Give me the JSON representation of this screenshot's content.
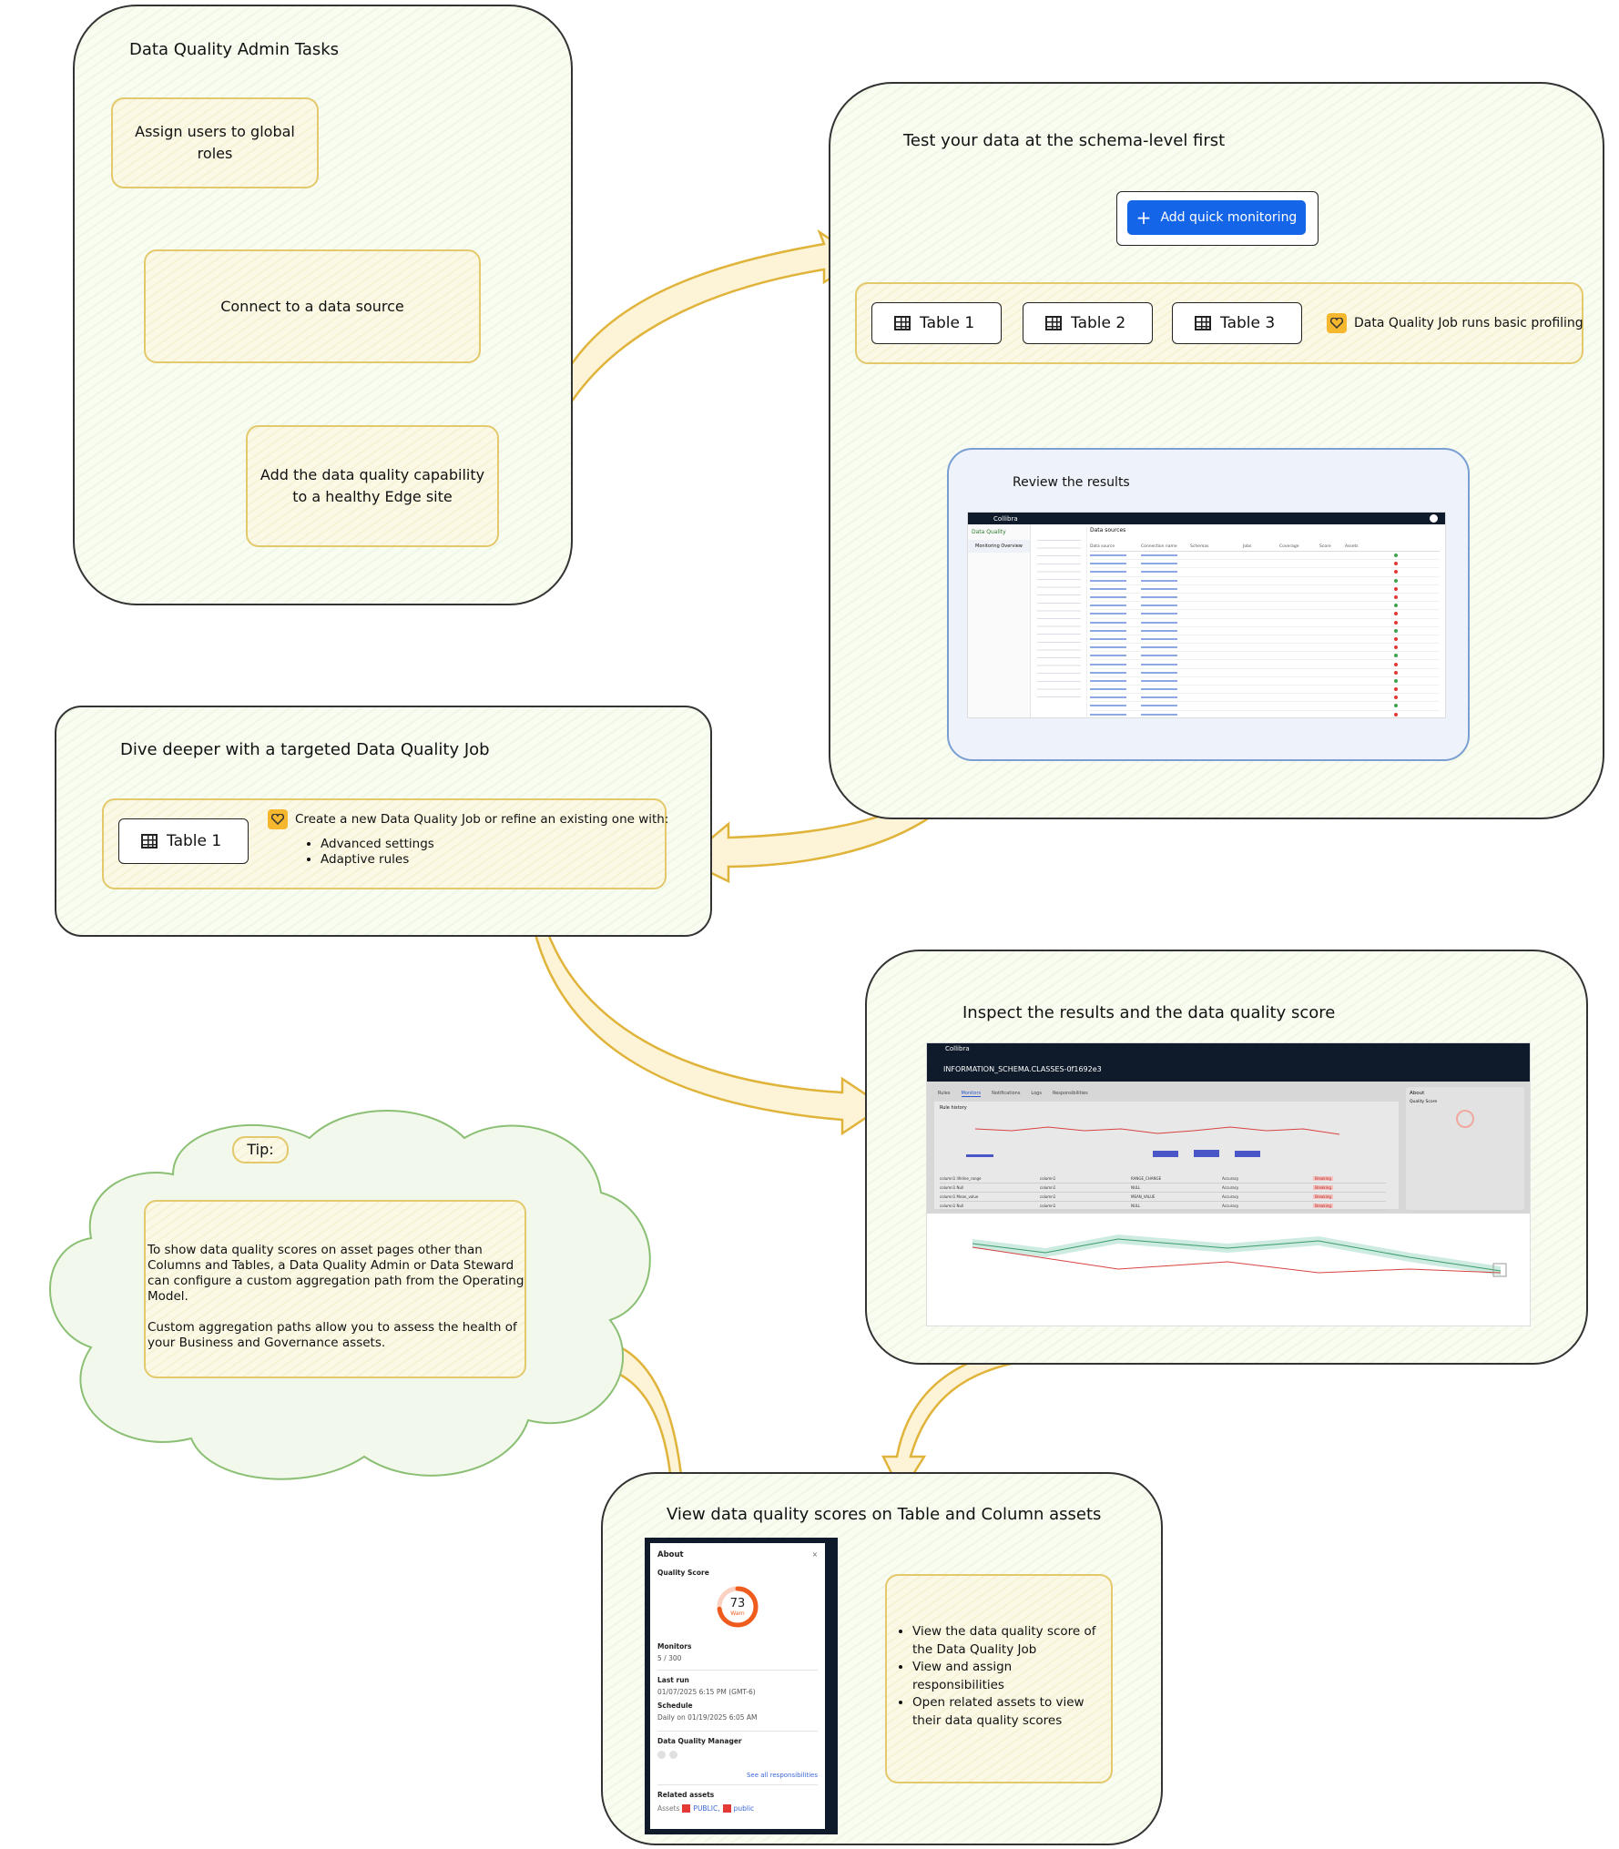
{
  "admin": {
    "title": "Data Quality Admin Tasks",
    "steps": [
      "Assign users to global roles",
      "Connect to a data source",
      "Add the data quality capability to a healthy Edge site"
    ]
  },
  "schema": {
    "title": "Test your data at the schema-level first",
    "add_button": "Add quick monitoring",
    "tables": [
      "Table 1",
      "Table 2",
      "Table 3"
    ],
    "job_text": "Data Quality Job runs basic profiling",
    "review_title": "Review the results",
    "app_name": "Collibra",
    "sidebar_title": "Data Quality",
    "sidebar_item": "Monitoring Overview",
    "list_header": "Data sources",
    "table_headers": [
      "Data source",
      "Connection name",
      "Schemas",
      "Jobs",
      "Coverage",
      "Score",
      "Assets"
    ]
  },
  "deeper": {
    "title": "Dive deeper with a targeted Data Quality Job",
    "table": "Table 1",
    "intro": "Create a new Data Quality Job or refine an existing one with:",
    "bullets": [
      "Advanced settings",
      "Adaptive rules"
    ]
  },
  "inspect": {
    "title": "Inspect the results and the data quality score",
    "asset_title": "INFORMATION_SCHEMA.CLASSES-0f1692e3",
    "tabs": [
      "Rules",
      "Monitors",
      "Notifications",
      "Logs",
      "Responsibilities"
    ],
    "about": "About",
    "quality_score": "Quality Score",
    "chart_label": "Rule history",
    "rows": [
      [
        "column1 lifeline_range",
        "column1",
        "RANGE_CHANGE",
        "Accuracy",
        "Breaking"
      ],
      [
        "column1 Null",
        "column1",
        "NULL",
        "Accuracy",
        "Breaking"
      ],
      [
        "column1 Mean_value",
        "column1",
        "MEAN_VALUE",
        "Accuracy",
        "Breaking"
      ],
      [
        "column1 Null",
        "column1",
        "NULL",
        "Accuracy",
        "Breaking"
      ]
    ]
  },
  "tip": {
    "label": "Tip:",
    "paragraph1": "To show data quality scores on asset pages other than Columns and Tables, a Data Quality Admin or Data Steward can configure a custom aggregation path from the Operating Model.",
    "paragraph2": "Custom aggregation paths allow you to assess the health of your Business and Governance assets."
  },
  "view": {
    "title": "View data quality scores on Table and Column assets",
    "about": "About",
    "quality_score_label": "Quality Score",
    "score": "73",
    "score_status": "Warn",
    "score_fraction": 0.73,
    "monitors_label": "Monitors",
    "monitors_value": "5 / 300",
    "last_run_label": "Last run",
    "last_run_value": "01/07/2025 6:15 PM (GMT-6)",
    "schedule_label": "Schedule",
    "schedule_value": "Daily on 01/19/2025 6:05 AM",
    "manager_label": "Data Quality Manager",
    "see_all": "See all responsibilities",
    "related_label": "Related assets",
    "assets_label": "Assets",
    "asset1": "PUBLIC,",
    "asset2": "public",
    "bullets": [
      "View the data quality score of the Data Quality Job",
      "View and assign responsibilities",
      "Open related assets to view their data quality scores"
    ]
  },
  "colors": {
    "panel_border": "#333333",
    "yellow_border": "#e3c96b",
    "accent_blue": "#1565e8",
    "arrow_gold": "#e0b33a",
    "score_orange": "#ef5a1d"
  }
}
